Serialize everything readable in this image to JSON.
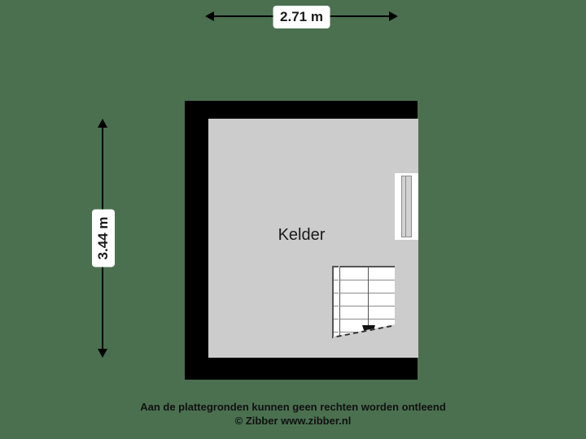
{
  "floorplan": {
    "room_label": "Kelder",
    "colors": {
      "background": "#4a7050",
      "wall": "#000000",
      "floor": "#cccccc",
      "window": "#ffffff",
      "stairs": "#ffffff"
    },
    "dimensions": {
      "width_label": "2.71 m",
      "height_label": "3.44 m"
    },
    "features": {
      "window_name": "window",
      "stairs_name": "staircase",
      "stairs_direction": "down",
      "tread_count": 6
    }
  },
  "footer": {
    "line1": "Aan de plattegronden kunnen geen rechten worden ontleend",
    "line2": "© Zibber www.zibber.nl"
  }
}
